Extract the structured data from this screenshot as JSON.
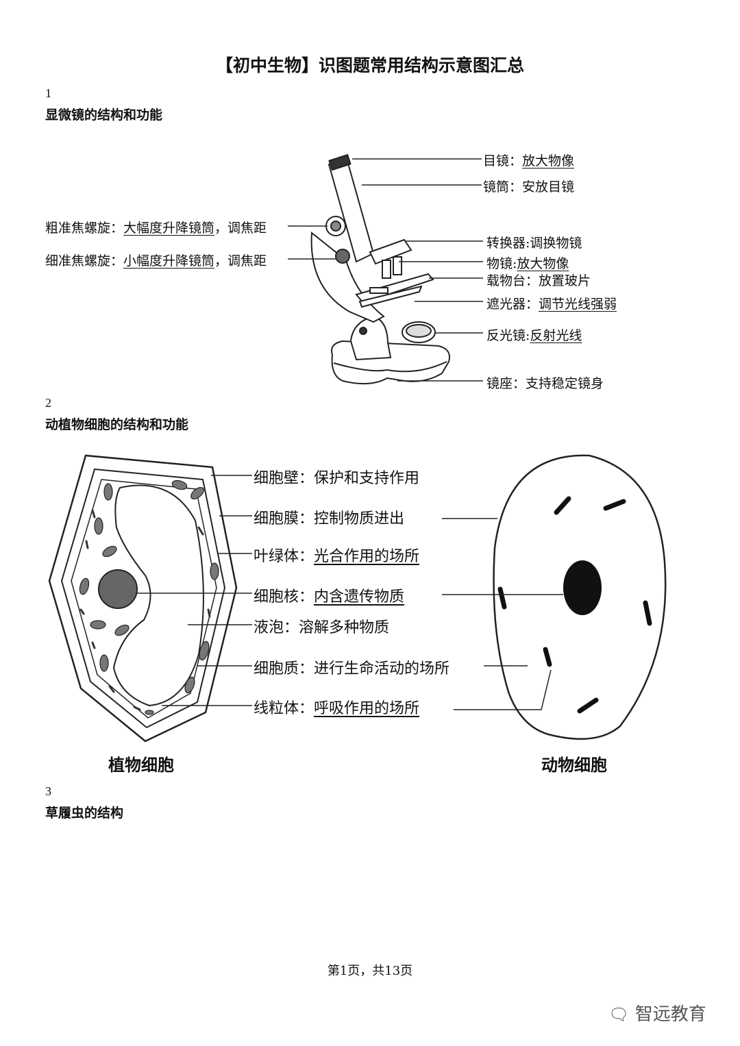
{
  "title": "【初中生物】识图题常用结构示意图汇总",
  "sections": [
    {
      "number": "1",
      "heading": "显微镜的结构和功能"
    },
    {
      "number": "2",
      "heading": "动植物细胞的结构和功能"
    },
    {
      "number": "3",
      "heading": "草履虫的结构"
    }
  ],
  "microscope": {
    "left_labels": [
      {
        "name": "粗准焦螺旋：",
        "func": "大幅度升降镜筒",
        "rest": "，调焦距"
      },
      {
        "name": "细准焦螺旋：",
        "func": "小幅度升降镜筒",
        "rest": "，调焦距"
      }
    ],
    "right_labels": [
      {
        "name": "目镜：",
        "func": "放大物像",
        "underlined": true
      },
      {
        "name": "镜筒：",
        "func": "安放目镜",
        "underlined": false
      },
      {
        "name": "转换器:",
        "func": "调换物镜",
        "underlined": false
      },
      {
        "name": "物镜:",
        "func": "放大物像",
        "underlined": true
      },
      {
        "name": "载物台：",
        "func": "放置玻片",
        "underlined": false
      },
      {
        "name": "遮光器：",
        "func": "调节光线强弱",
        "underlined": true
      },
      {
        "name": "反光镜:",
        "func": "反射光线",
        "underlined": true
      },
      {
        "name": "镜座：",
        "func": "支持稳定镜身",
        "underlined": false
      }
    ]
  },
  "cells": {
    "labels": [
      {
        "name": "细胞壁：",
        "func": "保护和支持作用",
        "underlined": false
      },
      {
        "name": "细胞膜：",
        "func": "控制物质进出",
        "underlined": false
      },
      {
        "name": "叶绿体：",
        "func": "光合作用的场所",
        "underlined": true
      },
      {
        "name": "细胞核：",
        "func": "内含遗传物质",
        "underlined": true
      },
      {
        "name": "液泡：",
        "func": "溶解多种物质",
        "underlined": false
      },
      {
        "name": "细胞质：",
        "func": "进行生命活动的场所",
        "underlined": false
      },
      {
        "name": "线粒体：",
        "func": "呼吸作用的场所",
        "underlined": true
      }
    ],
    "plant_caption": "植物细胞",
    "animal_caption": "动物细胞"
  },
  "footer": "第1页，共13页",
  "watermark": "智远教育"
}
